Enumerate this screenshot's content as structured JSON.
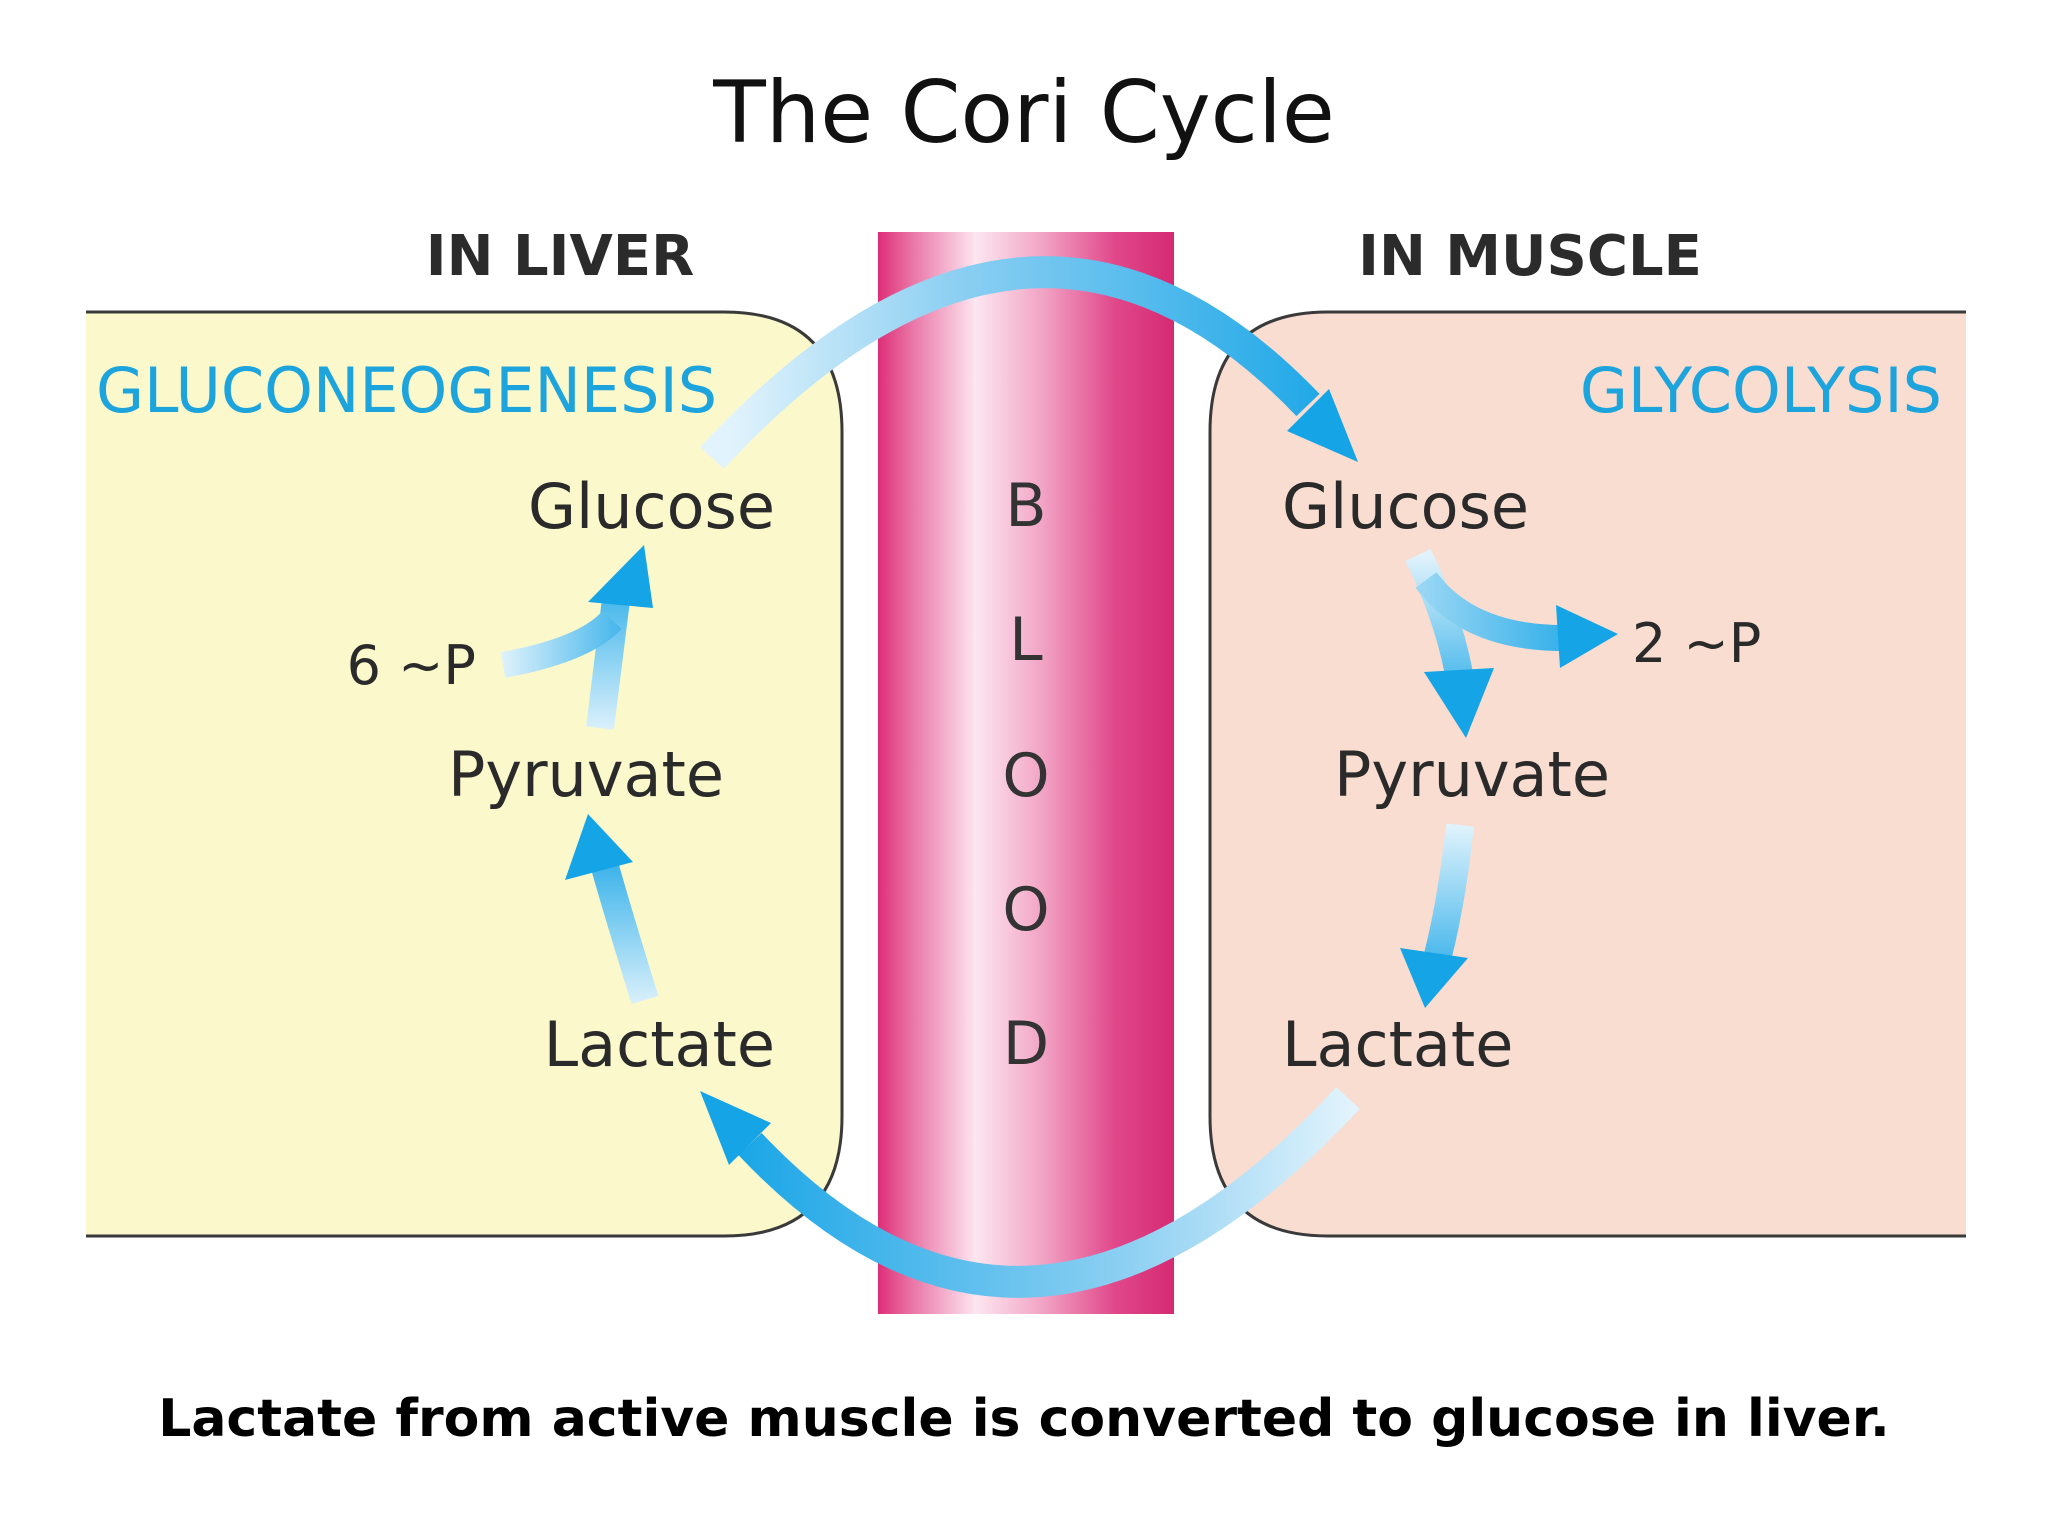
{
  "title": "The Cori Cycle",
  "liver": {
    "header": "IN LIVER",
    "process": "GLUCONEOGENESIS",
    "glucose": "Glucose",
    "pyruvate": "Pyruvate",
    "lactate": "Lactate",
    "atp_cost": "6 ~P"
  },
  "muscle": {
    "header": "IN MUSCLE",
    "process": "GLYCOLYSIS",
    "glucose": "Glucose",
    "pyruvate": "Pyruvate",
    "lactate": "Lactate",
    "atp_yield": "2 ~P"
  },
  "blood": {
    "letters": [
      "B",
      "L",
      "O",
      "O",
      "D"
    ]
  },
  "caption": "Lactate from active muscle is converted to glucose in liver.",
  "colors": {
    "liver_fill": "#fbf9cc",
    "muscle_fill": "#f9ddd0",
    "blood_core": "#e0397f",
    "arrow_blue": "#1aa7e6",
    "arrow_light": "#d2ecfa",
    "process_label": "#1ea4dc"
  }
}
